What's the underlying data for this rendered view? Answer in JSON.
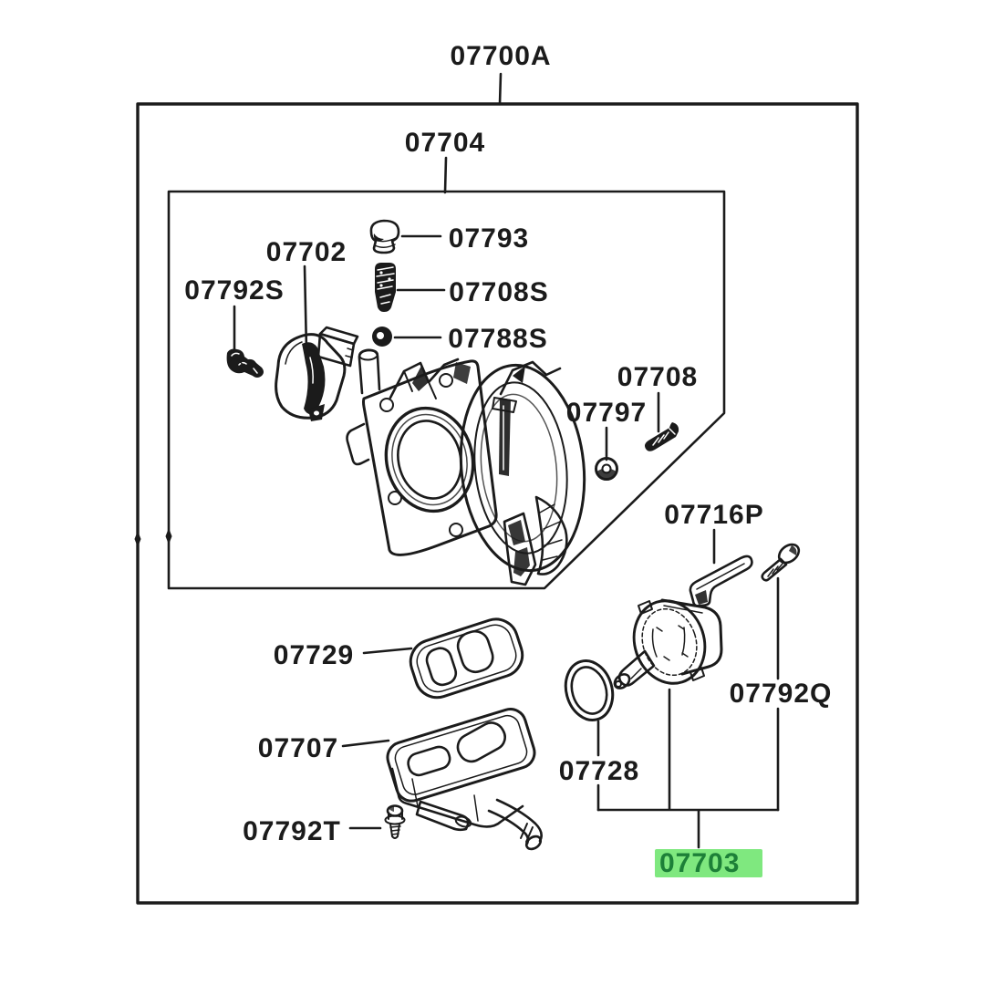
{
  "diagram": {
    "type": "exploded-parts-diagram",
    "line_color": "#1b1b1b",
    "background_color": "#ffffff",
    "highlight_color": "#7fe87f",
    "highlight_text_color": "#1d8038"
  },
  "labels": {
    "assembly": "07700A",
    "subassembly": "07704",
    "throttle_position_sensor": "07702",
    "sensor_screw": "07792S",
    "cap": "07793",
    "screw_set": "07708S",
    "small_oring": "07788S",
    "body_screw": "07708",
    "nut": "07797",
    "bracket": "07716P",
    "gasket": "07729",
    "cover": "07707",
    "cover_screw": "07792T",
    "oring": "07728",
    "valve_screw": "07792Q",
    "highlighted_part": "07703"
  }
}
